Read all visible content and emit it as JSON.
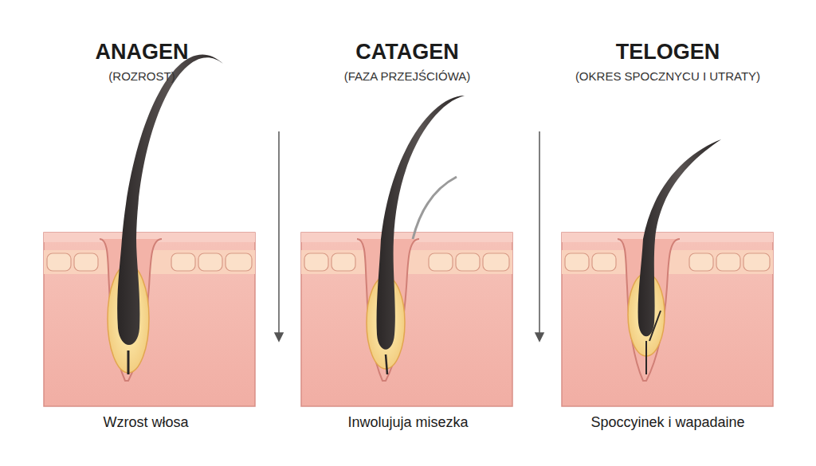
{
  "diagram": {
    "labels": [
      "ANAGEN",
      "(ROZROST)",
      "CATAGEN",
      "(FAZA PRZEJŚCIÓWA)",
      "TELOGEN",
      "(OKRES SPOCZNYCU I UTRATY)",
      "Wzrost włosa",
      "Inwolujuja misezka",
      "Spoccyinek i wapadaine"
    ]
  }
}
